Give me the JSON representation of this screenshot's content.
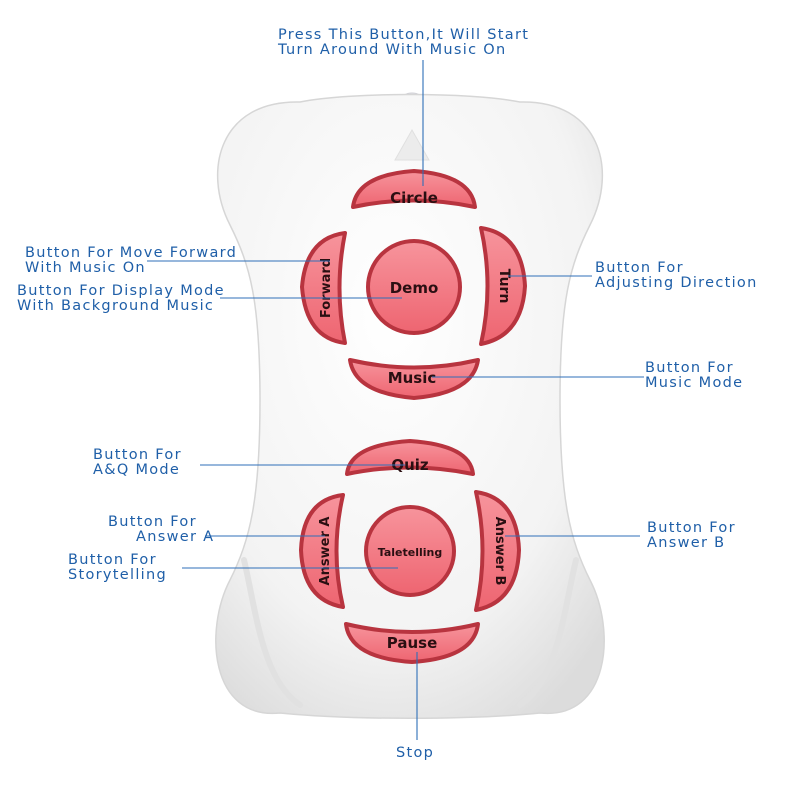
{
  "colors": {
    "body": "#f4f4f4",
    "button_fill": "#f2747f",
    "button_ring": "#b8343f",
    "label": "#2a0f12",
    "callout_text": "#1f5fa8",
    "leader_line": "#2f6fb8"
  },
  "buttons": {
    "circle": "Circle",
    "forward": "Forward",
    "demo": "Demo",
    "turn": "Turn",
    "music": "Music",
    "quiz": "Quiz",
    "answer_a": "Answer A",
    "taletelling": "Taletelling",
    "answer_b": "Answer B",
    "pause": "Pause"
  },
  "callouts": {
    "circle": [
      "Press This Button,It Will Start",
      "Turn Around With Music On"
    ],
    "forward": [
      "Button For Move Forward",
      "With Music On"
    ],
    "demo": [
      "Button For Display Mode",
      "With Background Music"
    ],
    "turn": [
      "Button For",
      "Adjusting Direction"
    ],
    "music": [
      "Button For",
      "Music Mode"
    ],
    "quiz": [
      "Button For",
      "A&Q Mode"
    ],
    "answer_a": [
      "Button For",
      "Answer A"
    ],
    "taletelling": [
      "Button For",
      "Storytelling"
    ],
    "answer_b": [
      "Button For",
      "Answer B"
    ],
    "pause": [
      "Stop"
    ]
  }
}
